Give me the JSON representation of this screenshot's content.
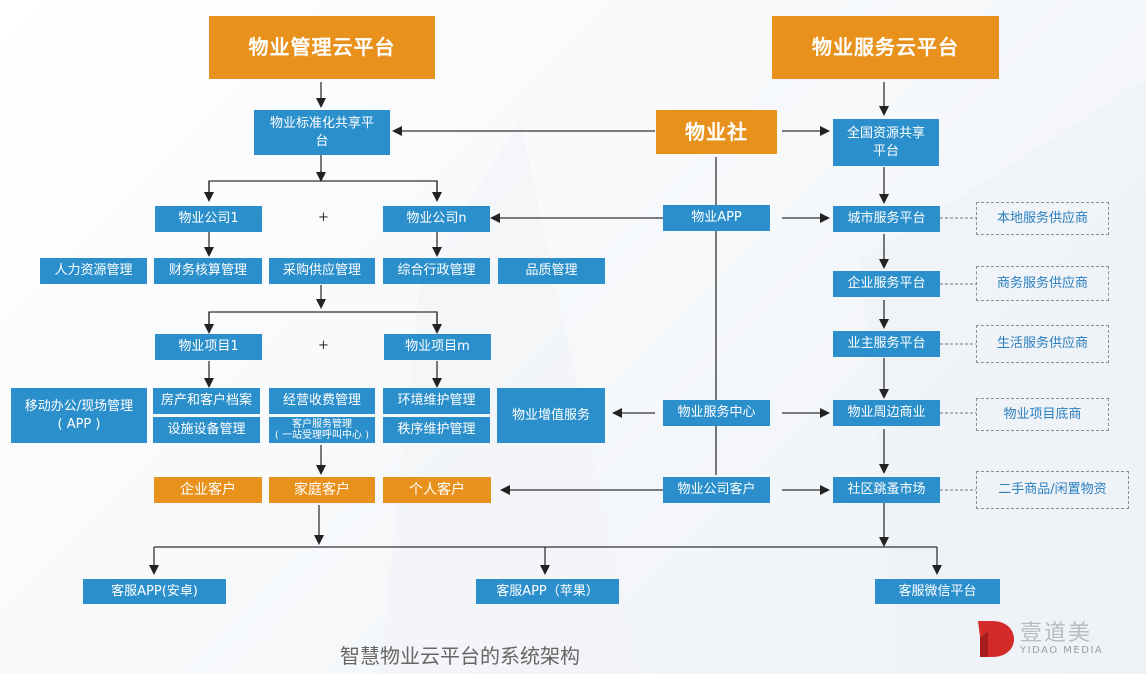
{
  "title": "智慧物业云平台的系统架构",
  "colors": {
    "blue": "#2b8fcc",
    "orange": "#e8921d",
    "dashed_text": "#2a7fbf",
    "line": "#333333"
  },
  "left": {
    "root": "物业管理云平台",
    "shared_platform": "物业标准化共享平台",
    "companies": [
      "物业公司1",
      "物业公司n"
    ],
    "plus": "+",
    "company_functions": [
      "人力资源管理",
      "财务核算管理",
      "采购供应管理",
      "综合行政管理",
      "品质管理"
    ],
    "projects": [
      "物业项目1",
      "物业项目m"
    ],
    "mobile_office": "移动办公/现场管理",
    "mobile_office_sub": "( APP )",
    "project_functions": {
      "col1": [
        "房产和客户档案",
        "设施设备管理"
      ],
      "col2_top": "经营收费管理",
      "col2_bottom_line1": "客户服务管理",
      "col2_bottom_line2": "( 一站受理呼叫中心 )",
      "col3": [
        "环境维护管理",
        "秩序维护管理"
      ]
    },
    "value_added": "物业增值服务",
    "customers": [
      "企业客户",
      "家庭客户",
      "个人客户"
    ]
  },
  "center": {
    "hub": "物业社",
    "app": "物业APP",
    "service_center": "物业服务中心",
    "company_customer": "物业公司客户"
  },
  "right": {
    "root": "物业服务云平台",
    "resource_platform": "全国资源共享平台",
    "platforms": [
      "城市服务平台",
      "企业服务平台",
      "业主服务平台",
      "物业周边商业",
      "社区跳蚤市场"
    ],
    "suppliers": [
      "本地服务供应商",
      "商务服务供应商",
      "生活服务供应商",
      "物业项目底商",
      "二手商品/闲置物资"
    ]
  },
  "bottom": {
    "channels": [
      "客服APP(安卓)",
      "客服APP（苹果）",
      "客服微信平台"
    ]
  },
  "logo": {
    "cn": "壹道美",
    "en": "YIDAO MEDIA"
  }
}
